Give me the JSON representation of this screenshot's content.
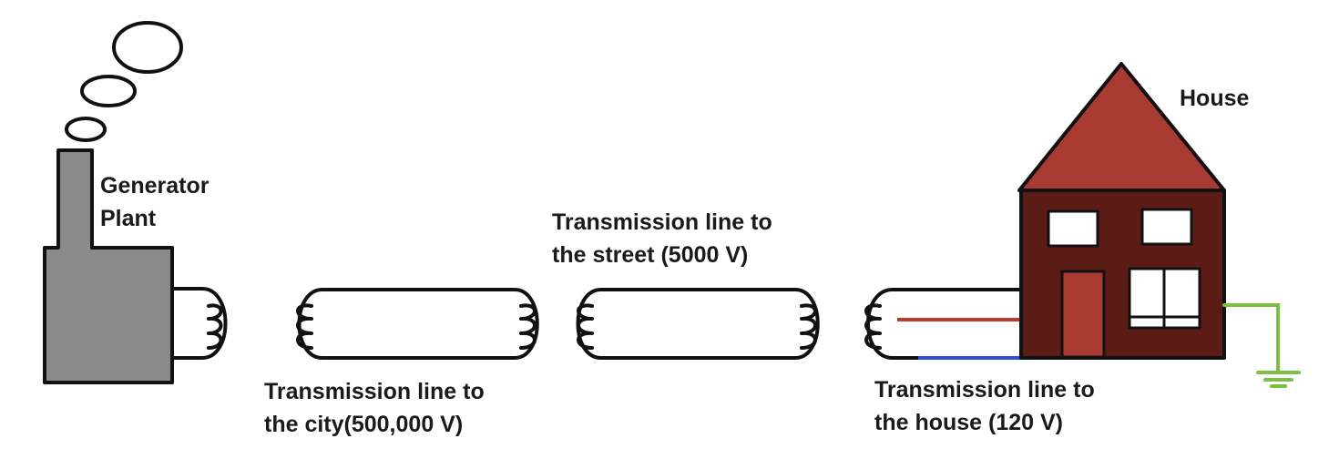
{
  "labels": {
    "generator": [
      "Generator",
      "Plant"
    ],
    "house": "House",
    "city_line": [
      "Transmission line to",
      "the city(500,000 V)"
    ],
    "street_line": [
      "Transmission line to",
      "the street (5000 V)"
    ],
    "house_line": [
      "Transmission line to",
      "the house (120 V)"
    ]
  },
  "colors": {
    "plant": "#8a8a8a",
    "roof": "#a93a32",
    "walls": "#5a1c14",
    "door": "#a93a32",
    "live_wire": "#c0392b",
    "neutral_wire": "#2f4fd8",
    "ground": "#7ac142",
    "outline": "#111111"
  }
}
